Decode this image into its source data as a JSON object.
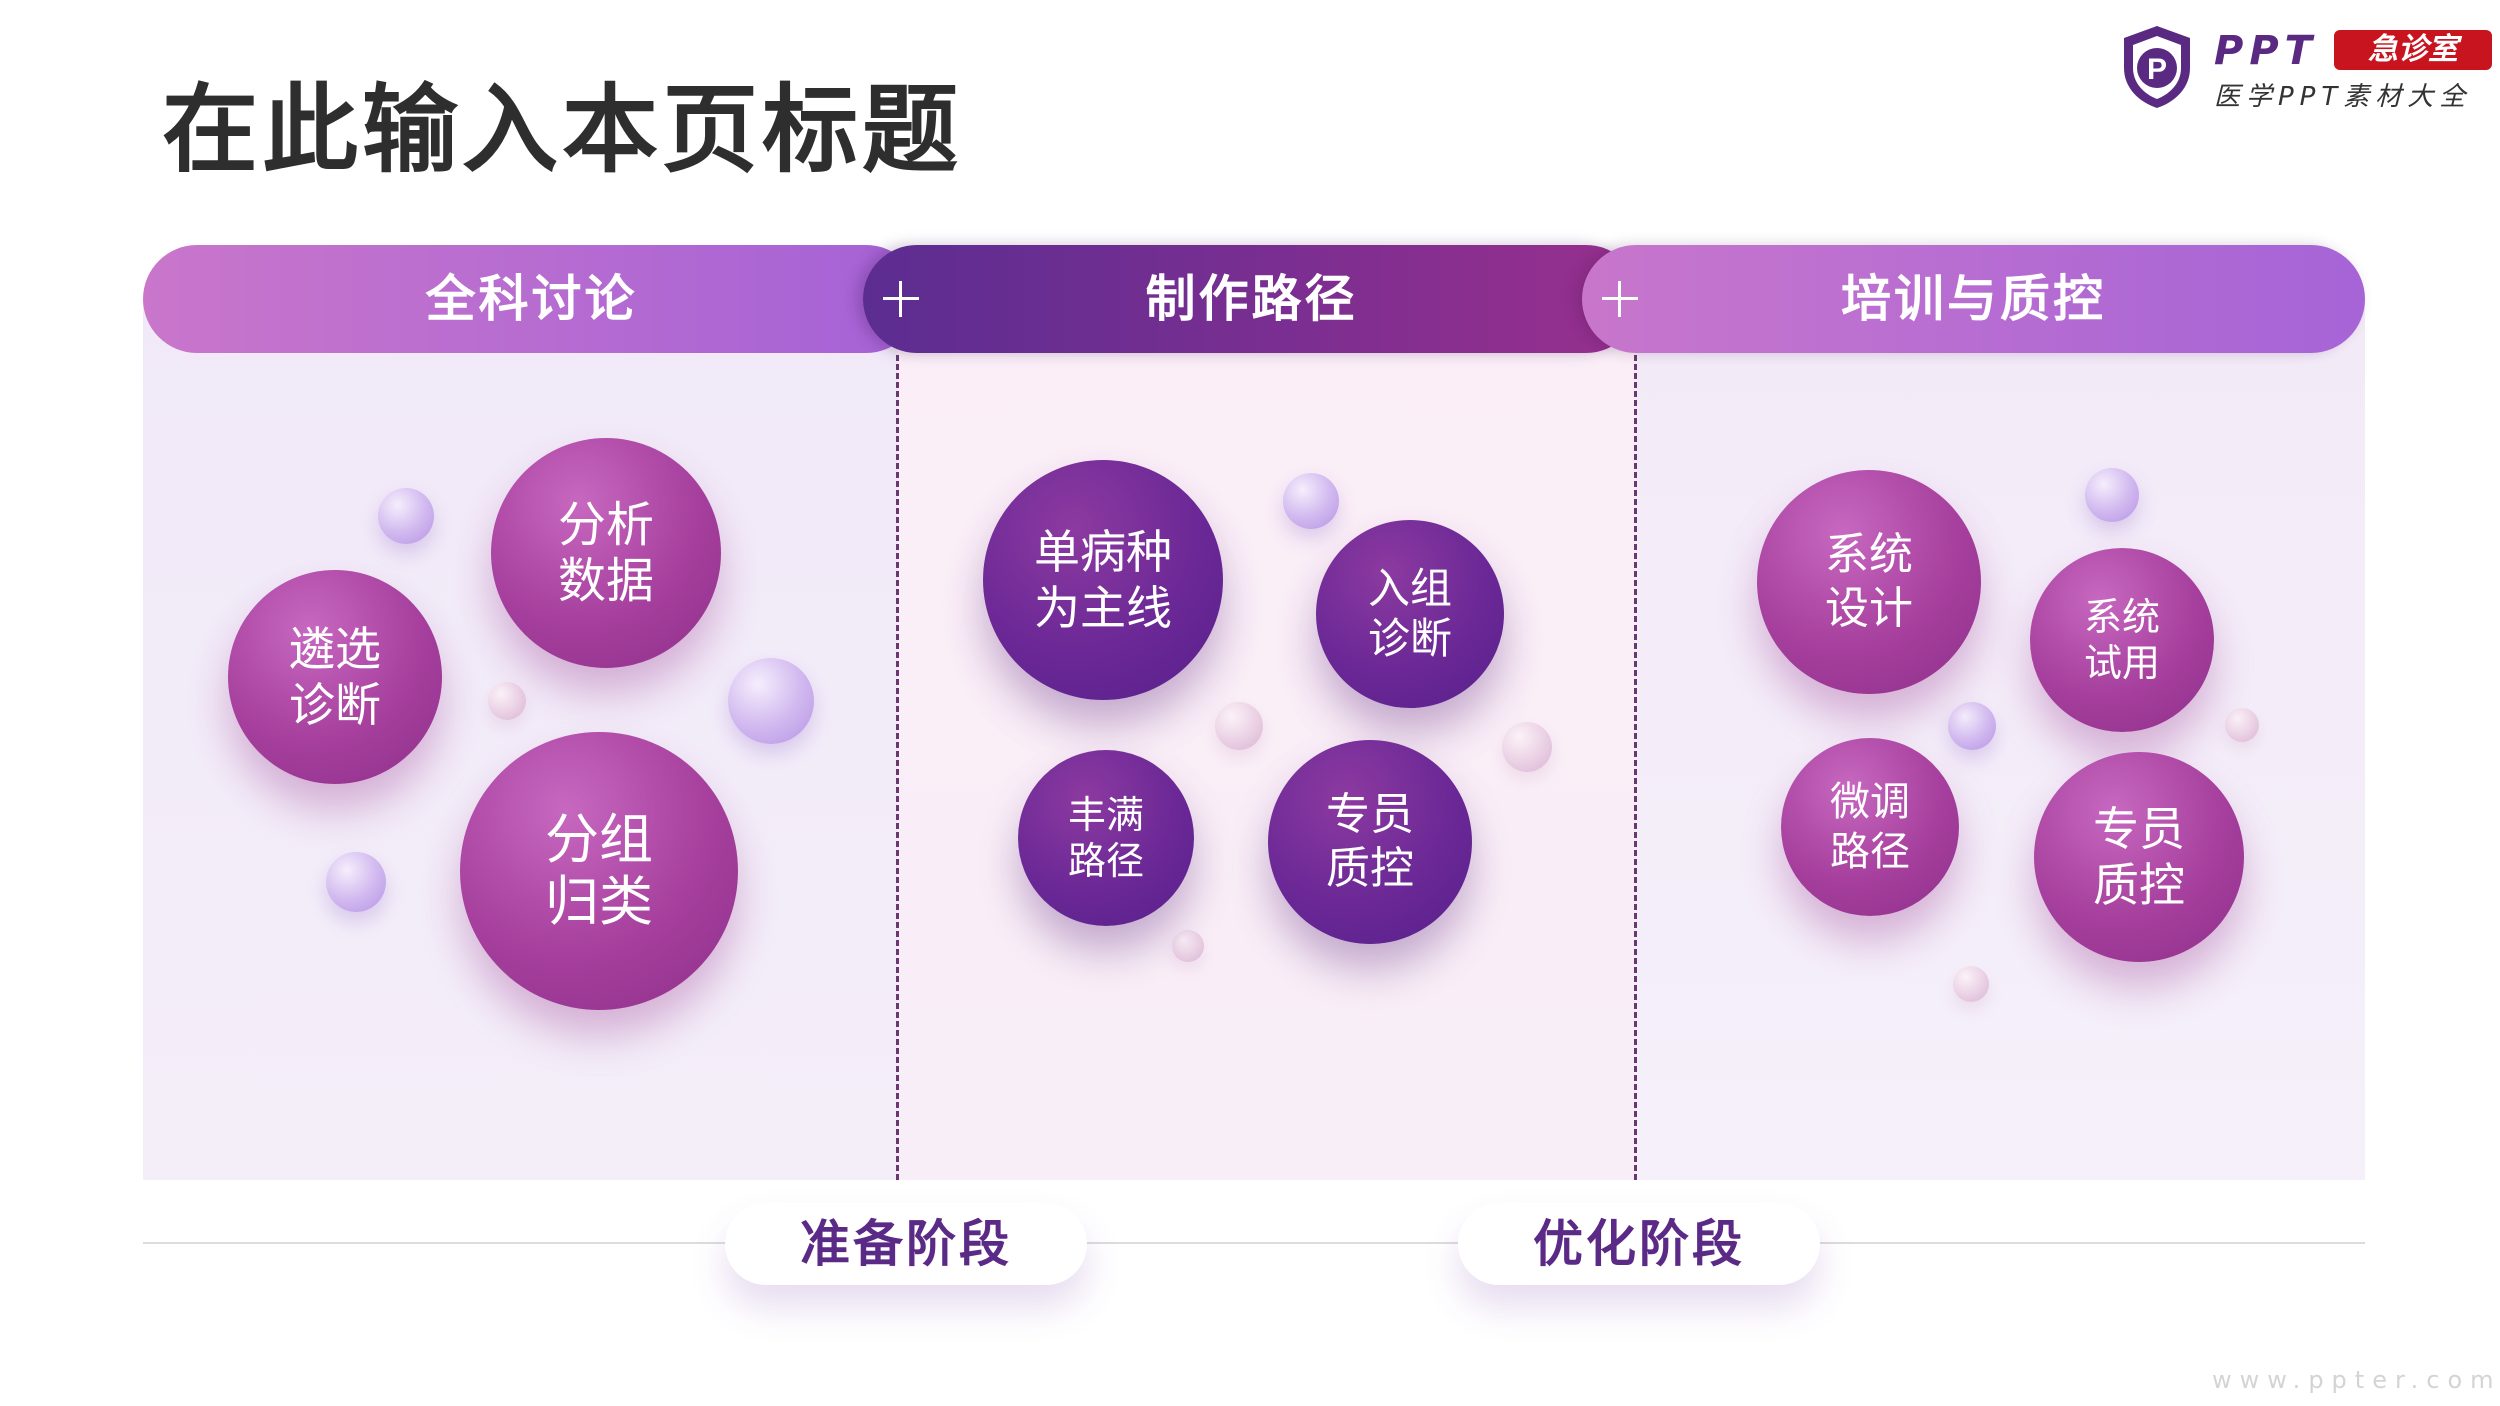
{
  "page_title": "在此输入本页标题",
  "logo": {
    "brand": "PPT",
    "tag": "急诊室",
    "subtitle": "医学PPT素材大全",
    "shield_letter": "P"
  },
  "columns": [
    {
      "header": "全科讨论",
      "circles": [
        {
          "lines": [
            "分析",
            "数据"
          ]
        },
        {
          "lines": [
            "遴选",
            "诊断"
          ]
        },
        {
          "lines": [
            "分组",
            "归类"
          ]
        }
      ]
    },
    {
      "header": "制作路径",
      "circles": [
        {
          "lines": [
            "单病种",
            "为主线"
          ]
        },
        {
          "lines": [
            "入组",
            "诊断"
          ]
        },
        {
          "lines": [
            "丰满",
            "路径"
          ]
        },
        {
          "lines": [
            "专员",
            "质控"
          ]
        }
      ]
    },
    {
      "header": "培训与质控",
      "circles": [
        {
          "lines": [
            "系统",
            "设计"
          ]
        },
        {
          "lines": [
            "系统",
            "试用"
          ]
        },
        {
          "lines": [
            "微调",
            "路径"
          ]
        },
        {
          "lines": [
            "专员",
            "质控"
          ]
        }
      ]
    }
  ],
  "stages": [
    "准备阶段",
    "优化阶段"
  ],
  "watermark": "www.ppter.com",
  "colors": {
    "title": "#2e2e2e",
    "pink_circle": "#a63f9d",
    "purple_circle": "#6b2896",
    "header_light": "#b86bd0",
    "header_dark": "#6a2c92",
    "stage_text": "#5b2a86",
    "logo_red": "#c8141e"
  }
}
